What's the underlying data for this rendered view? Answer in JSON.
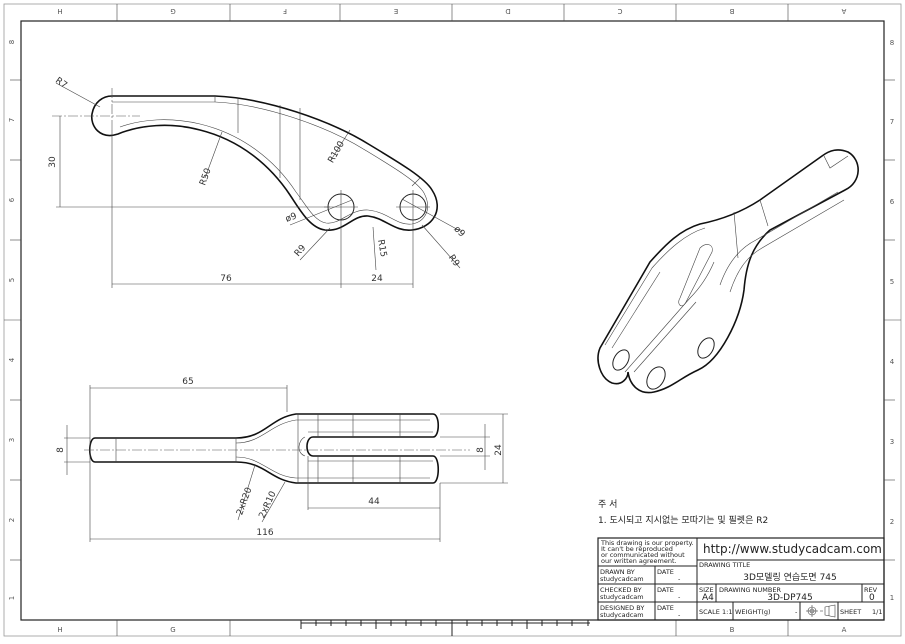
{
  "sheet": {
    "zones_columns": [
      "H",
      "G",
      "F",
      "E",
      "D",
      "C",
      "B",
      "A"
    ],
    "zones_rows": [
      "8",
      "7",
      "6",
      "5",
      "4",
      "3",
      "2",
      "1"
    ]
  },
  "top_view": {
    "dimensions": {
      "r7": "R7",
      "r50": "R50",
      "r100": "R100",
      "height_30": "30",
      "phi9_left": "ø9",
      "phi9_right": "ø9",
      "r9_left": "R9",
      "r9_right": "R9",
      "r15": "R15",
      "len_76": "76",
      "len_24": "24"
    }
  },
  "front_view": {
    "dimensions": {
      "len_65": "65",
      "thk_8": "8",
      "r20": "2xR20",
      "r10": "2xR10",
      "len_116": "116",
      "len_44": "44",
      "slot_8": "8",
      "width_24": "24"
    }
  },
  "notes": {
    "heading": "주 서",
    "line1": "1. 도시되고 지시없는 모따기는 및 필렛은 R2"
  },
  "title_block": {
    "property_notice": [
      "This drawing is our property.",
      "It can't be reproduced",
      "or communicated without",
      "our written agreement."
    ],
    "url": "http://www.studycadcam.com",
    "drawn_by_label": "DRAWN BY",
    "drawn_by_value": "studycadcam",
    "checked_by_label": "CHECKED BY",
    "checked_by_value": "studycadcam",
    "designed_by_label": "DESIGNED BY",
    "designed_by_value": "studycadcam",
    "date_label": "DATE",
    "date_value": "-",
    "drawing_title_label": "DRAWING TITLE",
    "drawing_title_value": "3D모델링 연습도면 745",
    "size_label": "SIZE",
    "size_value": "A4",
    "drawing_number_label": "DRAWING NUMBER",
    "drawing_number_value": "3D-DP745",
    "rev_label": "REV",
    "rev_value": "0",
    "scale_label": "SCALE",
    "scale_value": "1:1",
    "weight_label": "WEIGHT(g)",
    "weight_value": "-",
    "projection_symbol": "third-angle-projection-icon",
    "sheet_label": "SHEET",
    "sheet_value": "1/1"
  }
}
